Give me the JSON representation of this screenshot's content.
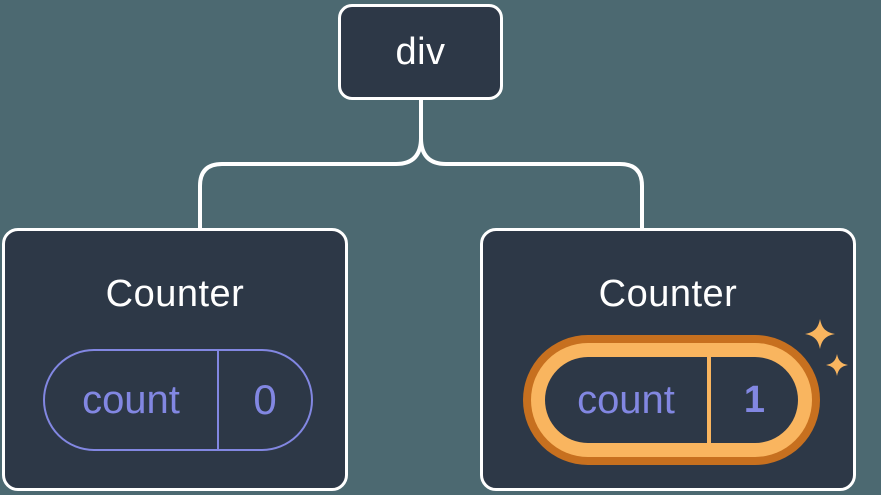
{
  "palette": {
    "background": "#4C6971",
    "card": "#2D3847",
    "line": "#FFFFFF",
    "purple": "#8287E2",
    "orange_dark": "#C7701F",
    "orange_light": "#F9B55F",
    "text_white": "#FFFFFF"
  },
  "diagram": {
    "root": {
      "label": "div"
    },
    "children": [
      {
        "title": "Counter",
        "state_key": "count",
        "state_value": "0",
        "highlighted": false
      },
      {
        "title": "Counter",
        "state_key": "count",
        "state_value": "1",
        "highlighted": true
      }
    ],
    "icons": {
      "highlight_icon": "sparkles"
    }
  }
}
